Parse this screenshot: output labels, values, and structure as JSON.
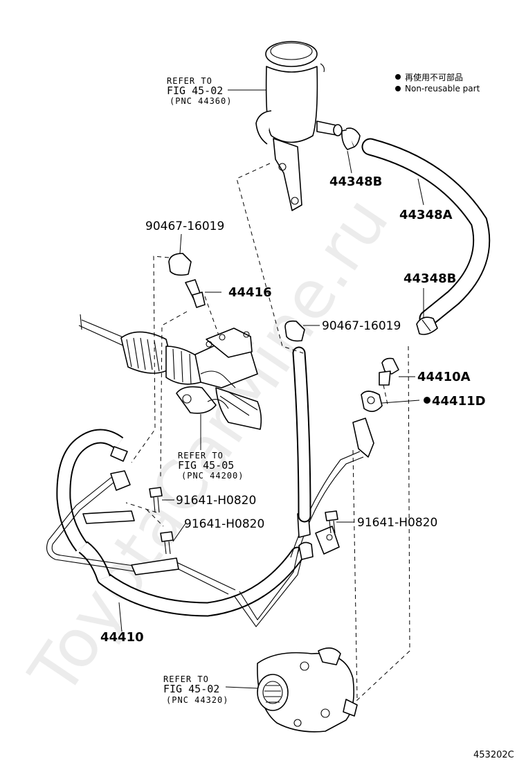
{
  "diagram": {
    "watermark": "ToyotaCarMine.ru",
    "figure_code": "453202C",
    "legend": {
      "line_cn": "再使用不可部品",
      "line_en": "Non-reusable part"
    },
    "refs": {
      "reservoir": {
        "line1": "REFER TO",
        "line2": "FIG 45-02",
        "line3": "(PNC 44360)"
      },
      "gear": {
        "line1": "REFER TO",
        "line2": "FIG 45-05",
        "line3": "(PNC 44200)"
      },
      "pump": {
        "line1": "REFER TO",
        "line2": "FIG 45-02",
        "line3": "(PNC 44320)"
      }
    },
    "parts": {
      "p44348B_top": "44348B",
      "p44348A": "44348A",
      "p90467_top": "90467-16019",
      "p44416": "44416",
      "p44348B_mid": "44348B",
      "p90467_mid": "90467-16019",
      "p44410A": "44410A",
      "p44411D": "44411D",
      "p91641_a": "91641-H0820",
      "p91641_b": "91641-H0820",
      "p91641_c": "91641-H0820",
      "p44410": "44410"
    }
  }
}
